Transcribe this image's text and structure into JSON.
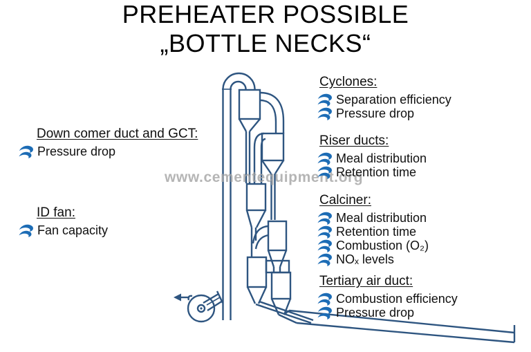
{
  "title": {
    "line1": "PREHEATER POSSIBLE",
    "line2": "„BOTTLE NECKS“"
  },
  "watermark": "www.cementequipment.org",
  "left_sections": [
    {
      "heading": "Down comer duct and GCT:",
      "items": [
        "Pressure drop"
      ]
    },
    {
      "heading": "ID fan:",
      "items": [
        "Fan capacity"
      ]
    }
  ],
  "right_sections": [
    {
      "heading": "Cyclones:",
      "items": [
        "Separation efficiency",
        "Pressure drop"
      ]
    },
    {
      "heading": "Riser ducts:",
      "items": [
        "Meal distribution",
        "Retention time"
      ]
    },
    {
      "heading": "Calciner:",
      "items": [
        "Meal distribution",
        "Retention time",
        "Combustion (O₂)",
        "NOₓ levels"
      ]
    },
    {
      "heading": "Tertiary air duct:",
      "items": [
        "Combustion efficiency",
        "Pressure drop"
      ]
    }
  ],
  "icons": {
    "bullet_icon": "blue double-swoosh",
    "fan_flow_arrow": "left-pointing arrow"
  },
  "colors": {
    "bullet_blue": "#1c6cb5",
    "diagram_stroke": "#2e5580",
    "watermark_gray": "#a6a6a6",
    "text": "#101010",
    "background": "#ffffff"
  }
}
